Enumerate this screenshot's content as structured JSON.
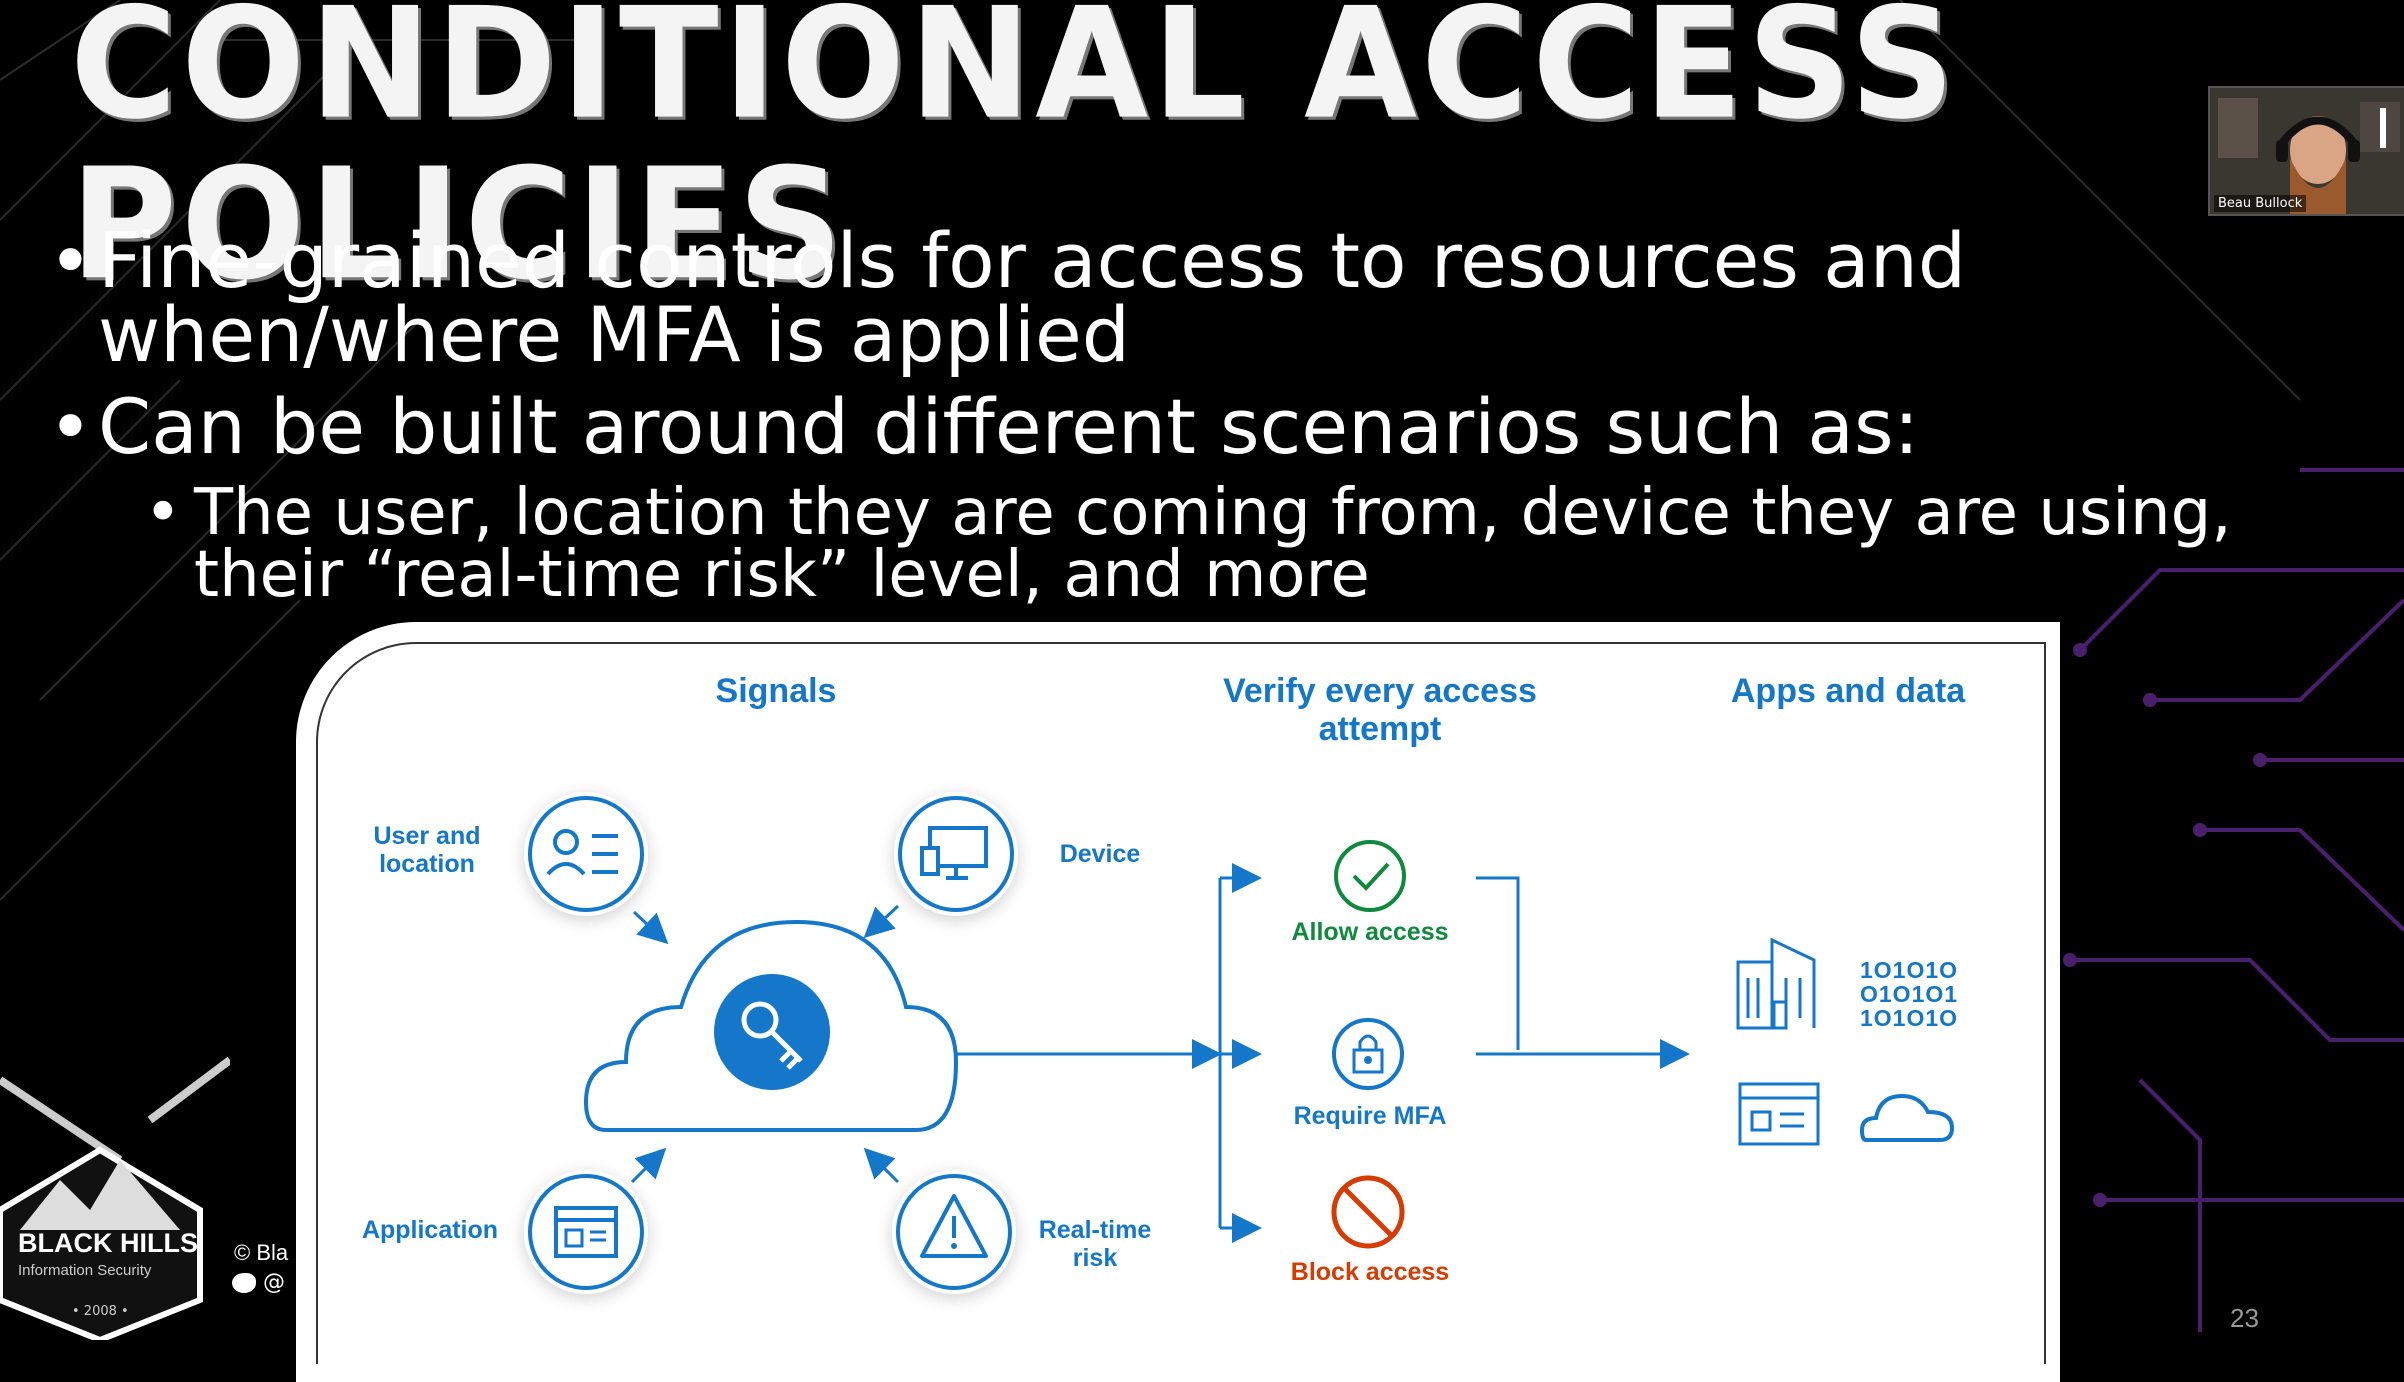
{
  "slide": {
    "title": "Conditional Access Policies",
    "bullets": [
      "Fine-grained controls for access to resources and when/where MFA is applied",
      "Can be built around different scenarios such as:"
    ],
    "sub_bullet": "The user, location they are coming from, device they are using, their “real-time risk” level, and more",
    "bullet_glyph": "•",
    "slide_number": "23"
  },
  "webcam": {
    "name": "Beau Bullock"
  },
  "diagram": {
    "headings": {
      "signals": "Signals",
      "verify": "Verify every access attempt",
      "apps": "Apps and data"
    },
    "signals": {
      "user_location": "User and location",
      "device": "Device",
      "application": "Application",
      "realtime_risk": "Real-time risk"
    },
    "outcomes": {
      "allow": "Allow access",
      "mfa": "Require MFA",
      "block": "Block access"
    },
    "binary": [
      "1O1O1O",
      "O1O1O1",
      "1O1O1O"
    ],
    "colors": {
      "blue": "#1477c9",
      "green": "#0f8a3c",
      "red": "#d83b01"
    }
  },
  "footer": {
    "logo_line1": "BLACK HILLS",
    "logo_line2": "Information Security",
    "logo_year": "• 2008 •",
    "copyright": "© Bla",
    "twitter": "@"
  },
  "icons": [
    "user-list-icon",
    "monitor-icon",
    "key-icon",
    "cloud-icon",
    "app-window-icon",
    "warning-icon",
    "check-icon",
    "lock-icon",
    "block-icon",
    "building-icon",
    "binary-icon",
    "app-card-icon",
    "twitter-icon"
  ]
}
